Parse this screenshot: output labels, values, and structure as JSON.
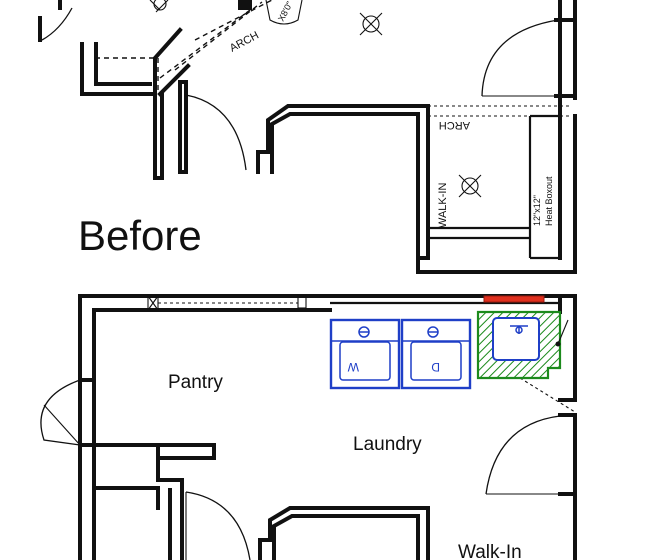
{
  "labels": {
    "before": "Before",
    "arch_top": "ARCH",
    "arch_side": "ARCH",
    "walkin_top": "WALK-IN",
    "heat_boxout_1": "12\"x12\"",
    "heat_boxout_2": "Heat Boxout",
    "size_tag": "X8'0\"",
    "pantry": "Pantry",
    "laundry": "Laundry",
    "walkin_bottom": "Walk-In",
    "washer": "W",
    "dryer": "D"
  },
  "colors": {
    "appliance_outline": "#1f3fc7",
    "sink_hatch": "#1c8a1c",
    "removed_wall": "#e0301e",
    "walls": "#111111"
  }
}
